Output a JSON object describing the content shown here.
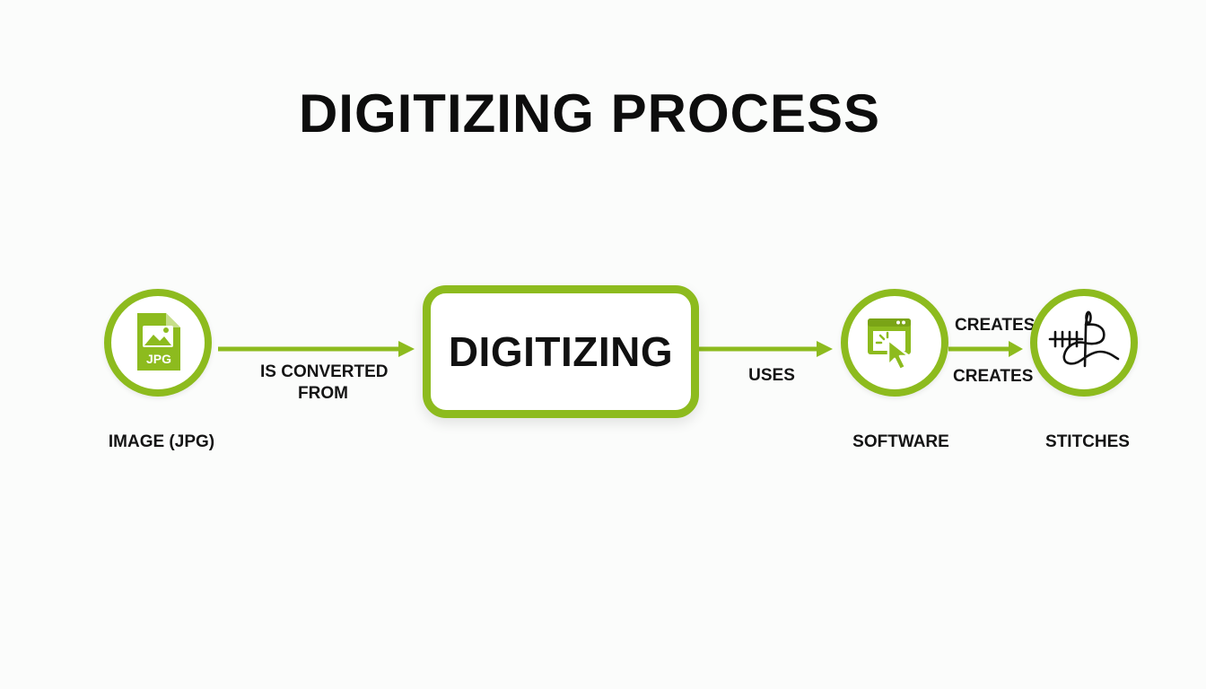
{
  "title": "DIGITIZING PROCESS",
  "nodes": {
    "image": {
      "label": "IMAGE (JPG)",
      "badge": "JPG",
      "icon": "jpg-file-icon"
    },
    "digitizing": {
      "label": "DIGITIZING"
    },
    "software": {
      "label": "SOFTWARE",
      "icon": "software-click-icon"
    },
    "stitches": {
      "label": "STITCHES",
      "icon": "needle-stitches-icon"
    }
  },
  "edges": {
    "image_to_digitizing": {
      "label_line1": "IS CONVERTED",
      "label_line2": "FROM"
    },
    "digitizing_to_software": {
      "label": "USES"
    },
    "software_to_stitches_top": {
      "label": "CREATES"
    },
    "software_to_stitches_bottom": {
      "label": "CREATES"
    }
  },
  "colors": {
    "accent": "#8dbb1e",
    "text": "#111111",
    "background": "#fbfcfb"
  }
}
